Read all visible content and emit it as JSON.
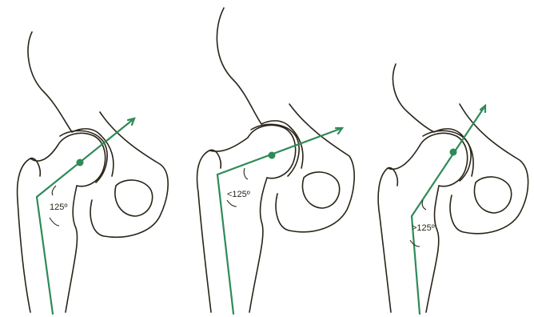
{
  "panels": [
    {
      "angle_label": "125º"
    },
    {
      "angle_label": "<125º"
    },
    {
      "angle_label": ">125º"
    }
  ],
  "colors": {
    "axis": "#2e8b57",
    "outline": "#2a2418"
  }
}
